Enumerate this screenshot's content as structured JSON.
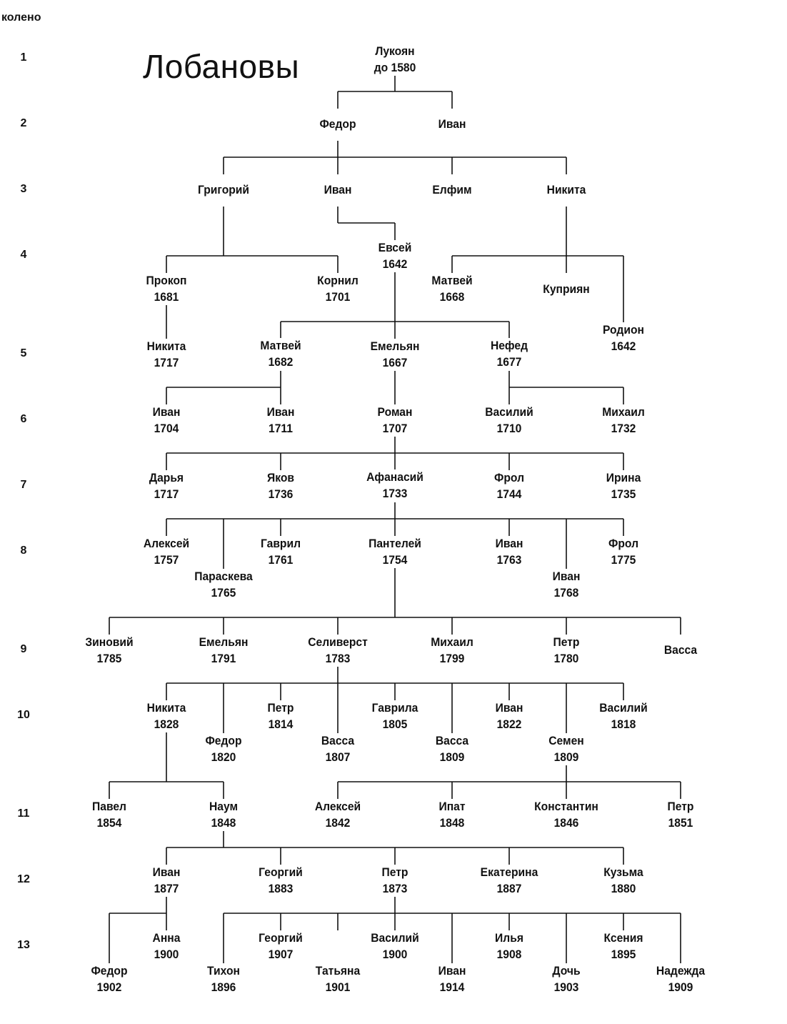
{
  "title": "Лобановы",
  "column_header": "колено",
  "generations": [
    "1",
    "2",
    "3",
    "4",
    "5",
    "6",
    "7",
    "8",
    "9",
    "10",
    "11",
    "12",
    "13"
  ],
  "people": [
    {
      "name": "Лукоян",
      "year": "до 1580"
    },
    {
      "name": "Федор",
      "year": ""
    },
    {
      "name": "Иван",
      "year": ""
    },
    {
      "name": "Григорий",
      "year": ""
    },
    {
      "name": "Иван",
      "year": ""
    },
    {
      "name": "Елфим",
      "year": ""
    },
    {
      "name": "Никита",
      "year": ""
    },
    {
      "name": "Евсей",
      "year": "1642"
    },
    {
      "name": "Прокоп",
      "year": "1681"
    },
    {
      "name": "Корнил",
      "year": "1701"
    },
    {
      "name": "Матвей",
      "year": "1668"
    },
    {
      "name": "Куприян",
      "year": ""
    },
    {
      "name": "Родион",
      "year": "1642"
    },
    {
      "name": "Никита",
      "year": "1717"
    },
    {
      "name": "Матвей",
      "year": "1682"
    },
    {
      "name": "Емельян",
      "year": "1667"
    },
    {
      "name": "Нефед",
      "year": "1677"
    },
    {
      "name": "Иван",
      "year": "1704"
    },
    {
      "name": "Иван",
      "year": "1711"
    },
    {
      "name": "Роман",
      "year": "1707"
    },
    {
      "name": "Василий",
      "year": "1710"
    },
    {
      "name": "Михаил",
      "year": "1732"
    },
    {
      "name": "Дарья",
      "year": "1717"
    },
    {
      "name": "Яков",
      "year": "1736"
    },
    {
      "name": "Афанасий",
      "year": "1733"
    },
    {
      "name": "Фрол",
      "year": "1744"
    },
    {
      "name": "Ирина",
      "year": "1735"
    },
    {
      "name": "Алексей",
      "year": "1757"
    },
    {
      "name": "Гаврил",
      "year": "1761"
    },
    {
      "name": "Пантелей",
      "year": "1754"
    },
    {
      "name": "Иван",
      "year": "1763"
    },
    {
      "name": "Фрол",
      "year": "1775"
    },
    {
      "name": "Параскева",
      "year": "1765"
    },
    {
      "name": "Иван",
      "year": "1768"
    },
    {
      "name": "Зиновий",
      "year": "1785"
    },
    {
      "name": "Емельян",
      "year": "1791"
    },
    {
      "name": "Селиверст",
      "year": "1783"
    },
    {
      "name": "Михаил",
      "year": "1799"
    },
    {
      "name": "Петр",
      "year": "1780"
    },
    {
      "name": "Васса",
      "year": ""
    },
    {
      "name": "Никита",
      "year": "1828"
    },
    {
      "name": "Петр",
      "year": "1814"
    },
    {
      "name": "Гаврила",
      "year": "1805"
    },
    {
      "name": "Иван",
      "year": "1822"
    },
    {
      "name": "Василий",
      "year": "1818"
    },
    {
      "name": "Федор",
      "year": "1820"
    },
    {
      "name": "Васса",
      "year": "1807"
    },
    {
      "name": "Васса",
      "year": "1809"
    },
    {
      "name": "Семен",
      "year": "1809"
    },
    {
      "name": "Павел",
      "year": "1854"
    },
    {
      "name": "Наум",
      "year": "1848"
    },
    {
      "name": "Алексей",
      "year": "1842"
    },
    {
      "name": "Ипат",
      "year": "1848"
    },
    {
      "name": "Константин",
      "year": "1846"
    },
    {
      "name": "Петр",
      "year": "1851"
    },
    {
      "name": "Иван",
      "year": "1877"
    },
    {
      "name": "Георгий",
      "year": "1883"
    },
    {
      "name": "Петр",
      "year": "1873"
    },
    {
      "name": "Екатерина",
      "year": "1887"
    },
    {
      "name": "Кузьма",
      "year": "1880"
    },
    {
      "name": "Анна",
      "year": "1900"
    },
    {
      "name": "Георгий",
      "year": "1907"
    },
    {
      "name": "Василий",
      "year": "1900"
    },
    {
      "name": "Илья",
      "year": "1908"
    },
    {
      "name": "Ксения",
      "year": "1895"
    },
    {
      "name": "Федор",
      "year": "1902"
    },
    {
      "name": "Тихон",
      "year": "1896"
    },
    {
      "name": "Татьяна",
      "year": "1901"
    },
    {
      "name": "Иван",
      "year": "1914"
    },
    {
      "name": "Дочь",
      "year": "1903"
    },
    {
      "name": "Надежда",
      "year": "1909"
    }
  ]
}
